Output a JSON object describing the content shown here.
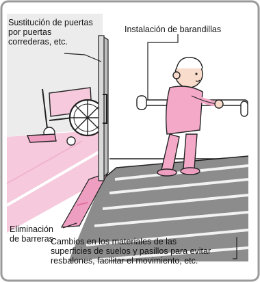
{
  "labels": {
    "sliding_doors": "Sustitución de puertas\npor puertas\ncorrederas, etc.",
    "handrails": "Instalación de barandillas",
    "barriers": "Eliminación\nde barreras",
    "floors": "Cambios en los materiales de las\nsuperficies de suelos y pasillos para evitar\nresbalones, facilitar el movimiento, etc."
  },
  "colors": {
    "border": "#9a9a9a",
    "background": "#e6e6e6",
    "floor_gray": "#8c8c8c",
    "floor_line": "#f2f2f2",
    "pink_light": "#f6c9dc",
    "pink_mid": "#ee9fc1",
    "pink_dark": "#e26fa3",
    "door": "#d9d9d9",
    "outline": "#222222"
  }
}
